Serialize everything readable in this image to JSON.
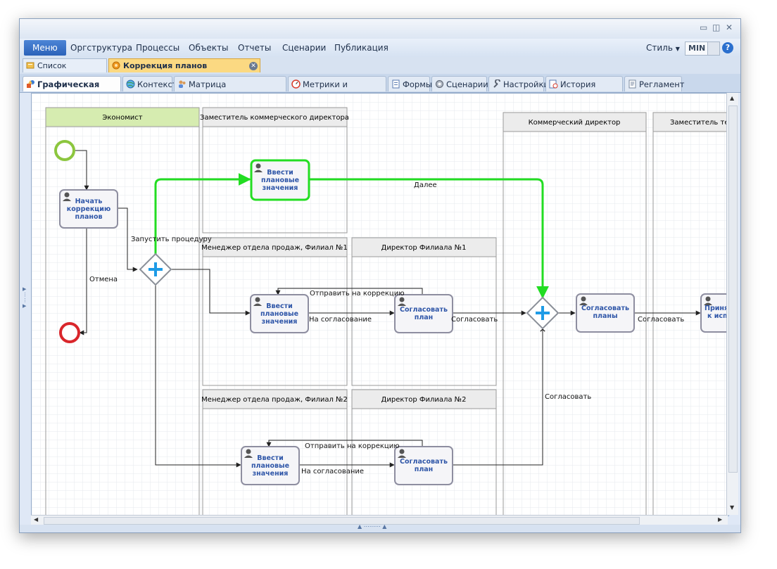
{
  "menu": {
    "main": "Меню",
    "items": [
      "Оргструктура",
      "Процессы",
      "Объекты",
      "Отчеты",
      "Сценарии",
      "Публикация"
    ],
    "style": "Стиль",
    "min": "MIN"
  },
  "doc_tabs": [
    {
      "label": "Список процессов"
    },
    {
      "label": "Коррекция планов производства"
    }
  ],
  "view_tabs": [
    {
      "label": "Графическая модель"
    },
    {
      "label": "Контекст"
    },
    {
      "label": "Матрица ответственности"
    },
    {
      "label": "Метрики и показатели"
    },
    {
      "label": "Формы"
    },
    {
      "label": "Сценарии"
    },
    {
      "label": "Настройки"
    },
    {
      "label": "История версий"
    },
    {
      "label": "Регламент"
    }
  ],
  "lanes": {
    "economist": "Экономист",
    "deputy_commercial": "Заместитель коммерческого директора",
    "sales_manager_1": "Менеджер отдела продаж, Филиал №1",
    "branch_director_1": "Директор Филиала №1",
    "sales_manager_2": "Менеджер отдела продаж, Филиал №2",
    "branch_director_2": "Директор Филиала №2",
    "commercial_director": "Коммерческий директор",
    "deputy_tech": "Заместитель техни"
  },
  "tasks": {
    "start_correction": [
      "Начать",
      "коррекцию",
      "планов"
    ],
    "enter_plan_top": [
      "Ввести",
      "плановые",
      "значения"
    ],
    "enter_plan_1": [
      "Ввести",
      "плановые",
      "значения"
    ],
    "approve_plan_1": [
      "Согласовать",
      "план"
    ],
    "enter_plan_2": [
      "Ввести",
      "плановые",
      "значения"
    ],
    "approve_plan_2": [
      "Согласовать",
      "план"
    ],
    "approve_plans": [
      "Согласовать",
      "планы"
    ],
    "accept": [
      "Приня",
      "к испо"
    ]
  },
  "flows": {
    "launch": "Запустить процедуру",
    "cancel": "Отмена",
    "next": "Далее",
    "to_approval_1": "На согласование",
    "to_correction_1": "Отправить на коррекцию",
    "approve_1": "Согласовать",
    "to_approval_2": "На согласование",
    "to_correction_2": "Отправить на коррекцию",
    "approve_2": "Согласовать",
    "approve_3": "Согласовать"
  },
  "colors": {
    "highlight": "#22dd22",
    "lane_active": "#d6ecb0",
    "lane_header": "#ececec",
    "start_event": "#8cc63e",
    "end_event": "#d9262b",
    "gateway_plus": "#1e9be6",
    "task_text": "#2f56a8"
  }
}
